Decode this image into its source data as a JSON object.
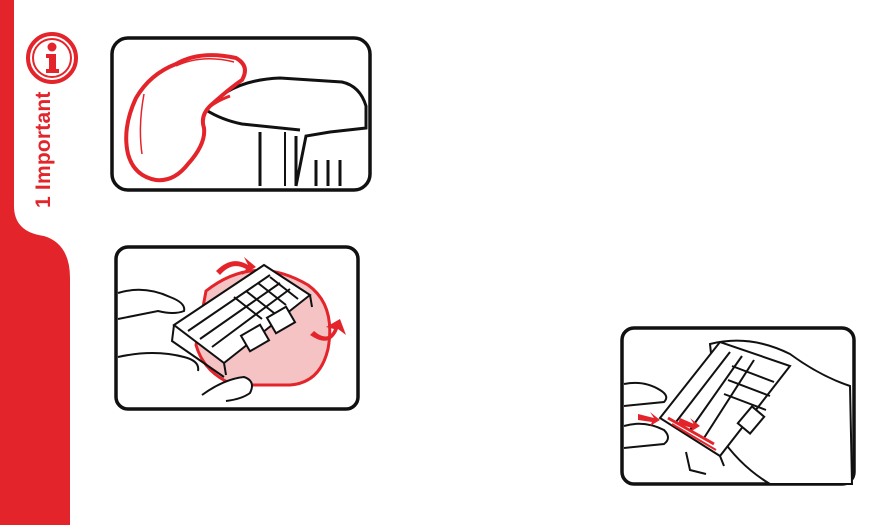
{
  "sidebar": {
    "section_label": "1 Important",
    "accent_color": "#e3252b",
    "icon": "info-icon"
  },
  "illustrations": [
    {
      "name": "headrest-cover-illustration",
      "icon": "headrest-icon"
    },
    {
      "name": "seat-cover-removal-illustration",
      "icon": "seat-frame-icon"
    },
    {
      "name": "seat-cover-hook-illustration",
      "icon": "seat-frame-icon"
    }
  ]
}
